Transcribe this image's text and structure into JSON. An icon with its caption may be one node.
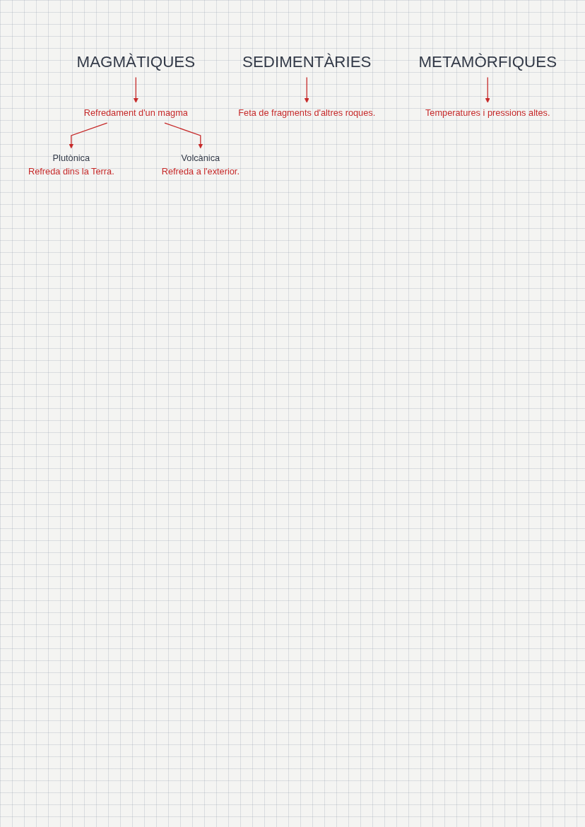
{
  "diagram": {
    "nodes": [
      {
        "text": [
          "MAGMÀTIQUES"
        ]
      },
      {
        "text": [
          "Refredament d'un magma"
        ]
      },
      {
        "text": [
          "Plutònica",
          "Refreda dins la Terra."
        ]
      },
      {
        "text": [
          "Volcànica",
          "Refreda a l'exterior."
        ]
      },
      {
        "text": [
          "SEDIMENTÀRIES"
        ]
      },
      {
        "text": [
          "Feta de fragments d'altres roques."
        ]
      },
      {
        "text": [
          "METAMÒRFIQUES"
        ]
      },
      {
        "text": [
          "Temperatures i pressions altes."
        ]
      }
    ],
    "edges": [
      {
        "from": 0,
        "to": 1,
        "arrow": "to"
      },
      {
        "from": 1,
        "to": 2,
        "arrow": "to"
      },
      {
        "from": 1,
        "to": 3,
        "arrow": "to"
      },
      {
        "from": 4,
        "to": 5,
        "arrow": "to"
      },
      {
        "from": 6,
        "to": 7,
        "arrow": "to"
      }
    ]
  }
}
